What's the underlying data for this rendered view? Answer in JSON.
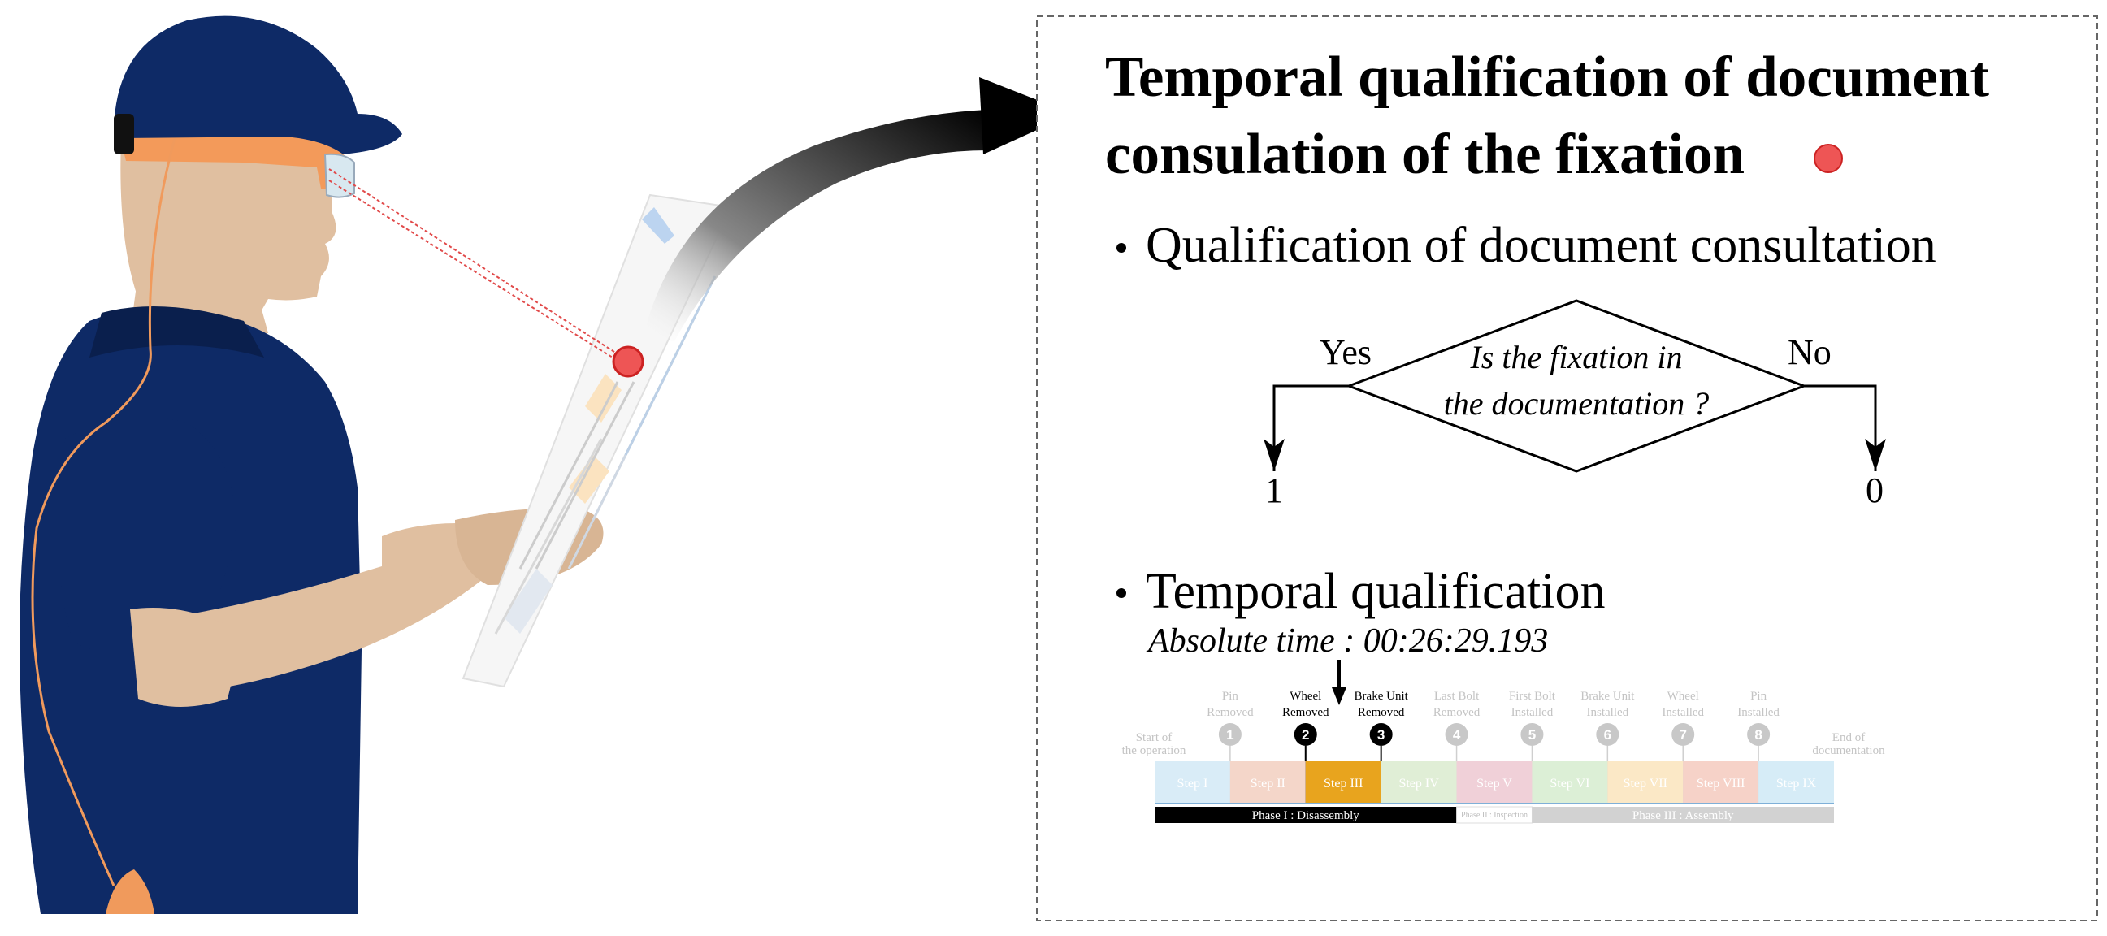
{
  "title": {
    "line1": "Temporal qualification of document",
    "line2": "consulation of the fixation"
  },
  "bullets": {
    "doc_consultation": "Qualification of document consultation",
    "temporal": "Temporal qualification"
  },
  "decision": {
    "question_line1": "Is the fixation in",
    "question_line2": "the documentation ?",
    "yes_label": "Yes",
    "no_label": "No",
    "yes_value": "1",
    "no_value": "0"
  },
  "absolute_time": "Absolute time : 00:26:29.193",
  "timeline": {
    "start_label_line1": "Start of",
    "start_label_line2": "the operation",
    "end_label_line1": "End of",
    "end_label_line2": "documentation",
    "events": [
      {
        "num": "1",
        "line1": "Pin",
        "line2": "Removed",
        "active": false
      },
      {
        "num": "2",
        "line1": "Wheel",
        "line2": "Removed",
        "active": true
      },
      {
        "num": "3",
        "line1": "Brake Unit",
        "line2": "Removed",
        "active": true
      },
      {
        "num": "4",
        "line1": "Last Bolt",
        "line2": "Removed",
        "active": false
      },
      {
        "num": "5",
        "line1": "First Bolt",
        "line2": "Installed",
        "active": false
      },
      {
        "num": "6",
        "line1": "Brake Unit",
        "line2": "Installed",
        "active": false
      },
      {
        "num": "7",
        "line1": "Wheel",
        "line2": "Installed",
        "active": false
      },
      {
        "num": "8",
        "line1": "Pin",
        "line2": "Installed",
        "active": false
      }
    ],
    "steps": [
      {
        "label": "Step I",
        "color": "#d9ecf7",
        "current": false
      },
      {
        "label": "Step II",
        "color": "#f4d6c9",
        "current": false
      },
      {
        "label": "Step III",
        "color": "#e8a41e",
        "current": true
      },
      {
        "label": "Step IV",
        "color": "#e0eed6",
        "current": false
      },
      {
        "label": "Step V",
        "color": "#f0d0d8",
        "current": false
      },
      {
        "label": "Step VI",
        "color": "#dcefd6",
        "current": false
      },
      {
        "label": "Step VII",
        "color": "#fbe8c6",
        "current": false
      },
      {
        "label": "Step VIII",
        "color": "#f6d2c8",
        "current": false
      },
      {
        "label": "Step IX",
        "color": "#d6ecf7",
        "current": false
      }
    ],
    "phases": [
      {
        "label": "Phase I : Disassembly",
        "color": "#000000"
      },
      {
        "label": "Phase II : Inspection",
        "color": "#ffffff"
      },
      {
        "label": "Phase III : Assembly",
        "color": "#d2d2d2"
      }
    ]
  },
  "colors": {
    "fixation_marker": "#ee5555",
    "shirt": "#0e2a66",
    "skin": "#e0bfa0",
    "glasses_frame": "#f39a5a",
    "cable": "#f09a5c"
  }
}
